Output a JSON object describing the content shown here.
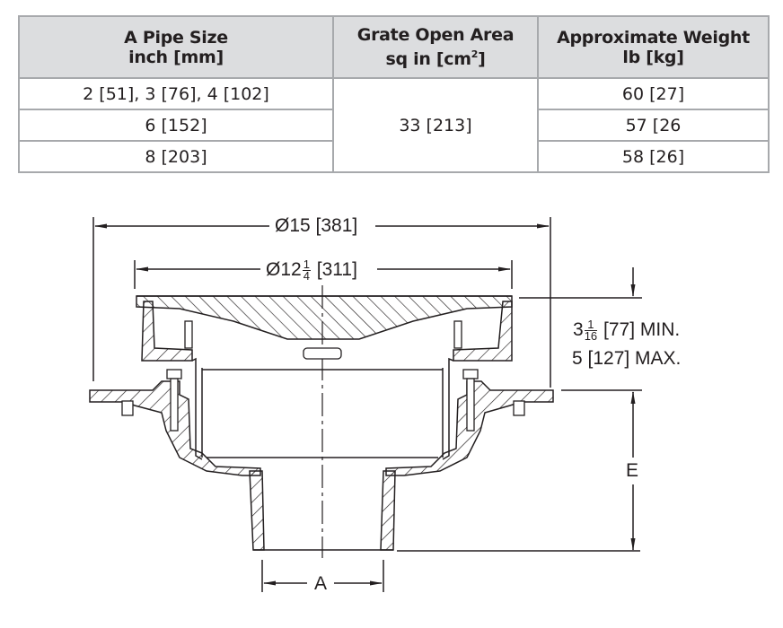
{
  "table": {
    "headers": [
      {
        "line1": "A Pipe Size",
        "line2": "inch [mm]"
      },
      {
        "line1": "Grate Open Area",
        "line2": "sq in [cm",
        "line2_sup": "2",
        "line2_end": "]"
      },
      {
        "line1": "Approximate Weight",
        "line2": "lb [kg]"
      }
    ],
    "rows": [
      {
        "pipe_size": "2 [51], 3 [76], 4 [102]",
        "weight": "60 [27]"
      },
      {
        "pipe_size": "6 [152]",
        "weight": "57 [26"
      },
      {
        "pipe_size": "8 [203]",
        "weight": "58 [26]"
      }
    ],
    "open_area": "33 [213]"
  },
  "drawing": {
    "overall_diameter": {
      "prefix": "Ø15",
      "suffix": "[381]"
    },
    "grate_diameter": {
      "prefix": "Ø12",
      "frac_num": "1",
      "frac_den": "4",
      "suffix": "[311]"
    },
    "adjustment_min": {
      "whole": "3",
      "frac_num": "1",
      "frac_den": "16",
      "suffix": "[77] MIN."
    },
    "adjustment_max": "5 [127] MAX.",
    "dim_e": "E",
    "dim_a": "A",
    "line_color": "#231f20"
  }
}
